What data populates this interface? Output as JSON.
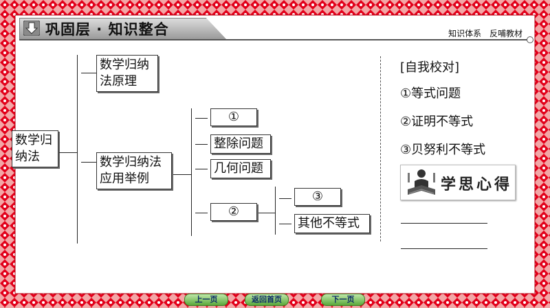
{
  "header": {
    "title": "巩固层 · 知识整合",
    "links": [
      "知识体系",
      "反哺教材"
    ]
  },
  "diagram": {
    "root": "数学归纳法",
    "principle": "数学归纳法原理",
    "application": "数学归纳法应用举例",
    "blank1": "①",
    "divisibility": "整除问题",
    "geometry": "几何问题",
    "blank2": "②",
    "blank3": "③",
    "other_ineq": "其他不等式"
  },
  "self_check": {
    "title": "[自我校对]",
    "items": [
      "①等式问题",
      "②证明不等式",
      "③贝努利不等式"
    ]
  },
  "notes": {
    "label": "学思心得"
  },
  "nav": {
    "prev": "上一页",
    "home": "返回首页",
    "next": "下一页"
  },
  "colors": {
    "border_red": "#e2001a",
    "nav_green": "#5aa83a",
    "nav_text": "#0b2a66"
  }
}
